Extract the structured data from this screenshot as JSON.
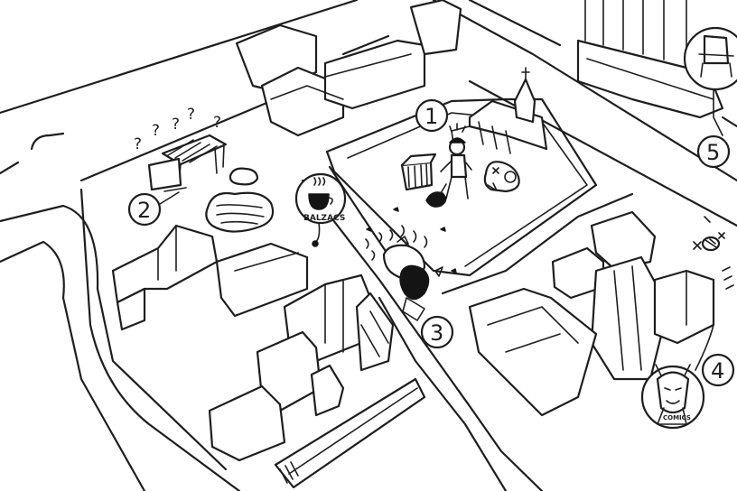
{
  "map": {
    "markers": [
      {
        "id": "1",
        "label": "1"
      },
      {
        "id": "2",
        "label": "2"
      },
      {
        "id": "3",
        "label": "3"
      },
      {
        "id": "4",
        "label": "4"
      },
      {
        "id": "5",
        "label": "5"
      }
    ],
    "cafe_sign": {
      "label": "BALZACS",
      "icon": "coffee-cup-icon"
    },
    "question_marks": [
      "?",
      "?",
      "?",
      "?",
      "?"
    ],
    "comic_sign": {
      "label": "COMICS",
      "icon": "devil-mask-icon"
    },
    "icons": [
      "dumpster-icon",
      "lost-person-icon",
      "skull-icon",
      "leaking-bag-icon",
      "garbage-pile-icon",
      "broken-bench-icon",
      "speech-bubble-icon",
      "armchair-icon",
      "football-icon"
    ]
  }
}
